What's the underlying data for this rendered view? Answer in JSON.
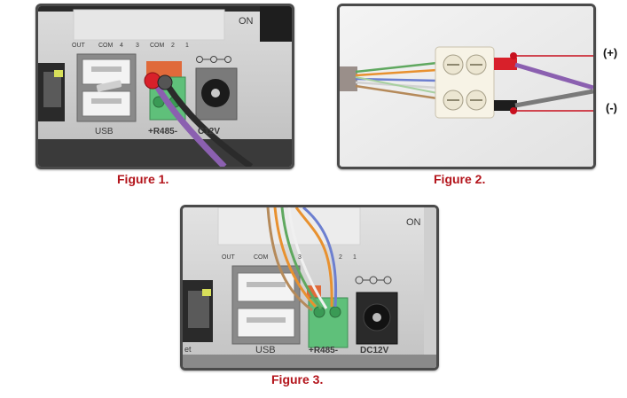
{
  "figures": [
    {
      "caption": "Figure 1."
    },
    {
      "caption": "Figure 2."
    },
    {
      "caption": "Figure 3."
    }
  ],
  "device_labels": {
    "on": "ON",
    "usb": "USB",
    "rs485": "+R485-",
    "dc12v": "DC12V",
    "out": "OUT",
    "com": "COM",
    "pin4": "4",
    "pin3": "3",
    "pin2": "2",
    "pin1": "1",
    "dc12v_partial": "C12V",
    "eth_partial": "et"
  },
  "polarity": {
    "plus": "(+)",
    "minus": "(-)"
  },
  "colors": {
    "caption": "#b3141b",
    "frame": "#4a4a4a",
    "callout": "#c8101e"
  }
}
